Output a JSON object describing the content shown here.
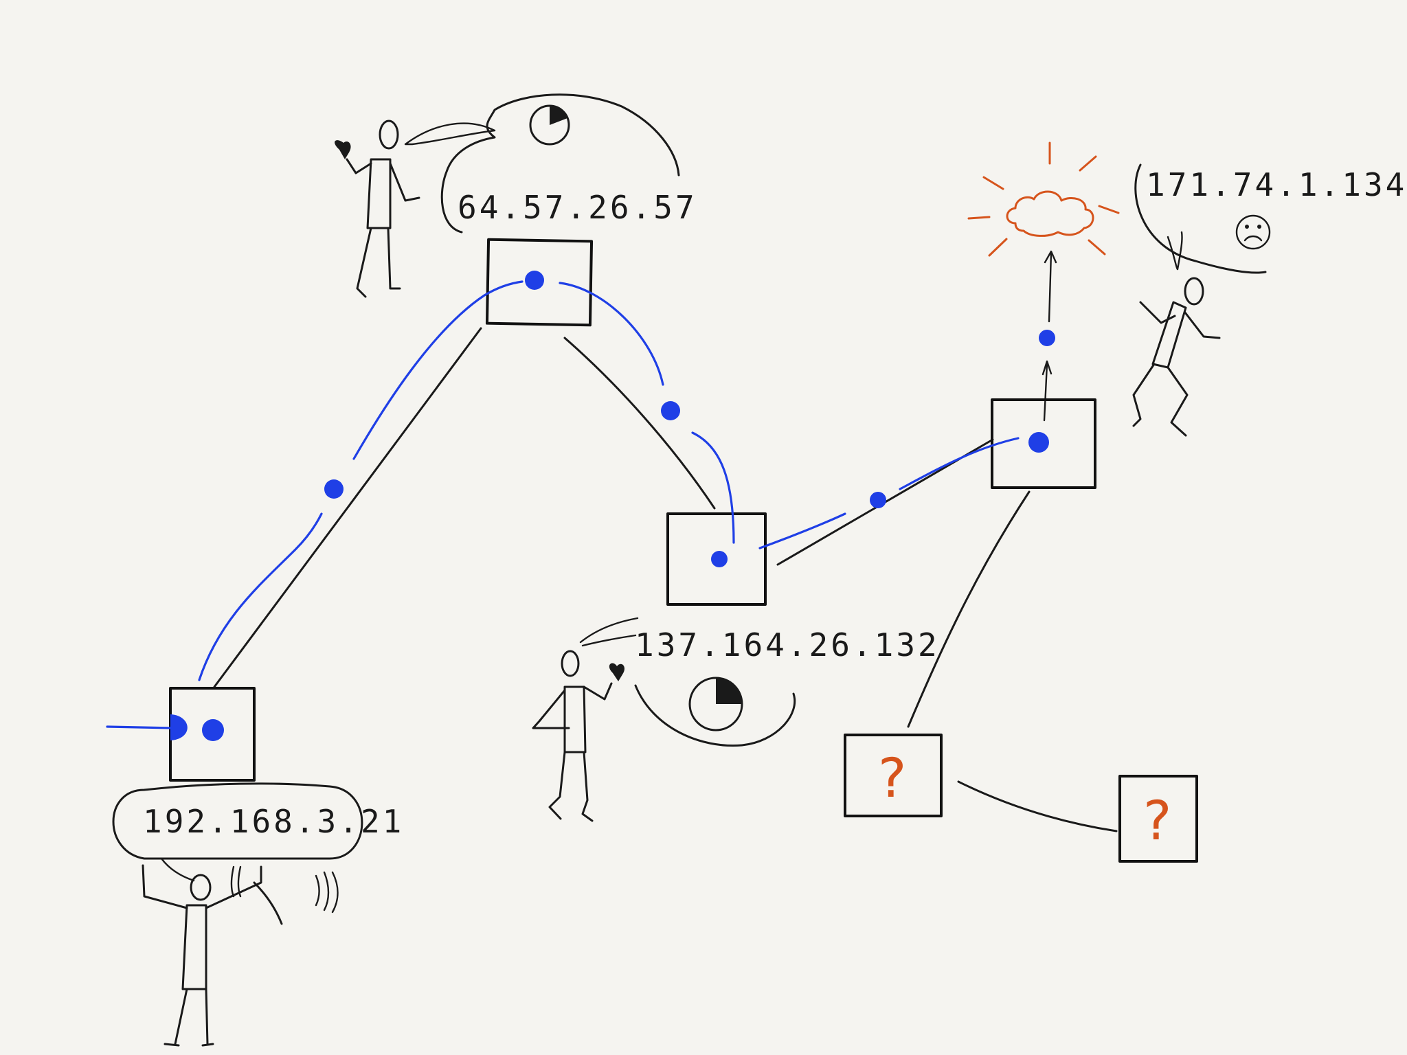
{
  "nodes": [
    {
      "id": "source",
      "ip": "192.168.3.21"
    },
    {
      "id": "hop1",
      "ip": "64.57.26.57"
    },
    {
      "id": "hop2",
      "ip": "137.164.26.132"
    },
    {
      "id": "hop3",
      "ip": "171.74.1.134"
    },
    {
      "id": "unknown1",
      "label": "?"
    },
    {
      "id": "unknown2",
      "label": "?"
    }
  ],
  "icons": {
    "timer": "clock-icon",
    "sad_face": "☹",
    "cloud": "burning-cloud-icon"
  },
  "colors": {
    "background": "#f5f4f0",
    "ink": "#1a1a1a",
    "packet_path": "#1f3fe6",
    "error": "#d6541c"
  }
}
